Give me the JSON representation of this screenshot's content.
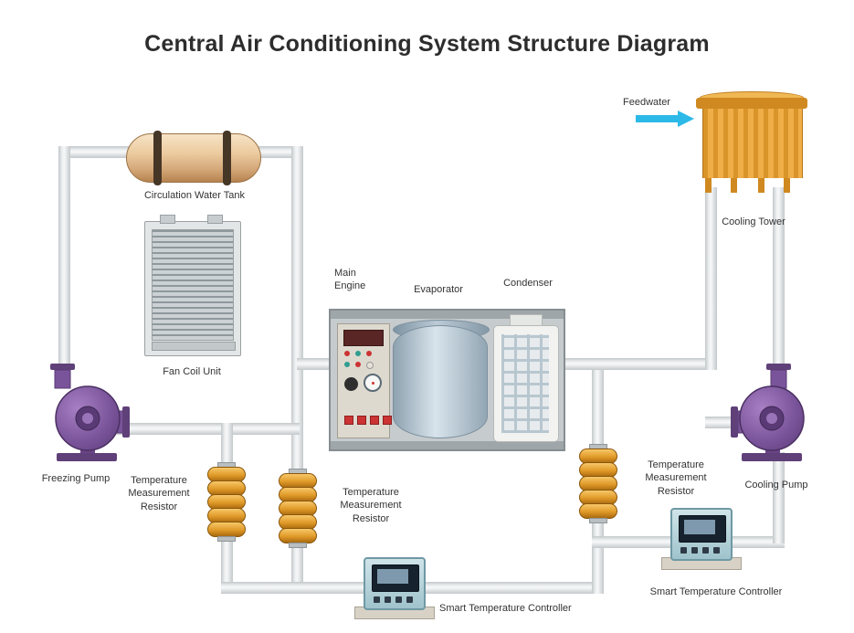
{
  "title": "Central Air Conditioning System Structure Diagram",
  "labels": {
    "circulation_water_tank": "Circulation Water Tank",
    "fan_coil_unit": "Fan Coil Unit",
    "main_engine": "Main Engine",
    "evaporator": "Evaporator",
    "condenser": "Condenser",
    "feedwater": "Feedwater",
    "cooling_tower": "Cooling Tower",
    "freezing_pump": "Freezing Pump",
    "cooling_pump": "Cooling Pump",
    "temp_resistor": "Temperature Measurement Resistor",
    "smart_controller": "Smart Temperature Controller"
  },
  "colors": {
    "pipe": "#e8eaeb",
    "tank": "#e7c29a",
    "tank_strap": "#463626",
    "cooling_tower": "#e8a538",
    "pump": "#7a549a",
    "resistor_coil": "#e09a28",
    "controller_body": "#a8ccd4",
    "controller_screen": "#16222e",
    "feedwater_arrow": "#2cb9e8",
    "evaporator": "#aebfcc",
    "title_text": "#2d2d2d"
  }
}
